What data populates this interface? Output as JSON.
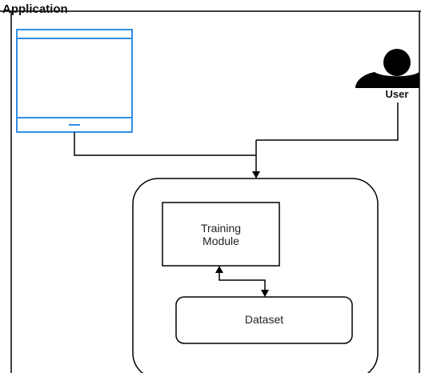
{
  "diagram": {
    "title": "Application",
    "user_label": "User",
    "training_module_label": "Training\nModule",
    "dataset_label": "Dataset"
  },
  "colors": {
    "line": "#000000",
    "device_blue": "#2f8ee5",
    "text": "#222222"
  }
}
